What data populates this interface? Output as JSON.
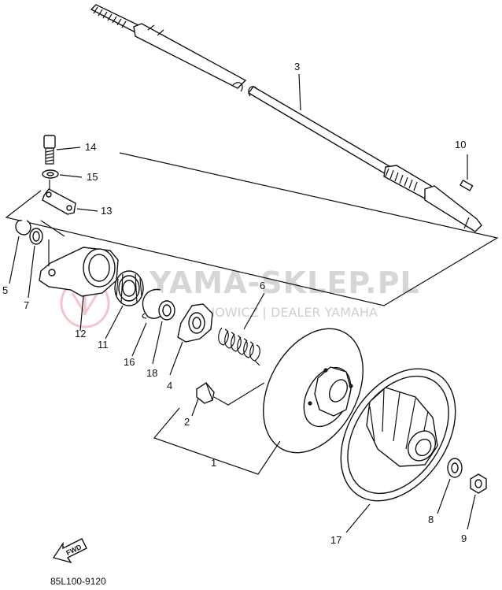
{
  "watermark": {
    "main": "YAMA-SKLEP.PL",
    "sub": "CHOWICZ | DEALER YAMAHA",
    "logo": "yamaha-tuning-fork-logo"
  },
  "diagram_code": "85L100-9120",
  "fwd_label": "FWD",
  "callouts": {
    "c1": "1",
    "c2": "2",
    "c3": "3",
    "c4": "4",
    "c5": "5",
    "c6": "6",
    "c7": "7",
    "c8": "8",
    "c9": "9",
    "c10": "10",
    "c11": "11",
    "c12": "12",
    "c13": "13",
    "c14": "14",
    "c15": "15",
    "c16": "16",
    "c17": "17",
    "c18": "18"
  }
}
